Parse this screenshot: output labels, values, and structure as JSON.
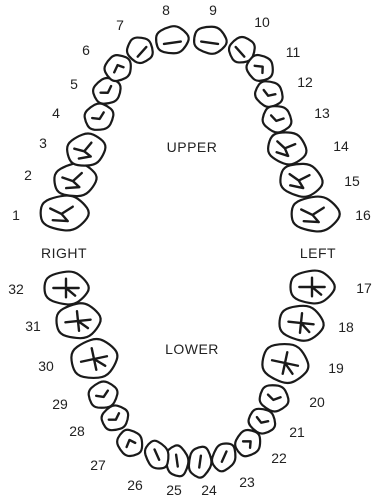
{
  "labels": {
    "upper": "UPPER",
    "lower": "LOWER",
    "right": "RIGHT",
    "left": "LEFT"
  },
  "teeth": [
    "1",
    "2",
    "3",
    "4",
    "5",
    "6",
    "7",
    "8",
    "9",
    "10",
    "11",
    "12",
    "13",
    "14",
    "15",
    "16",
    "17",
    "18",
    "19",
    "20",
    "21",
    "22",
    "23",
    "24",
    "25",
    "26",
    "27",
    "28",
    "29",
    "30",
    "31",
    "32"
  ]
}
